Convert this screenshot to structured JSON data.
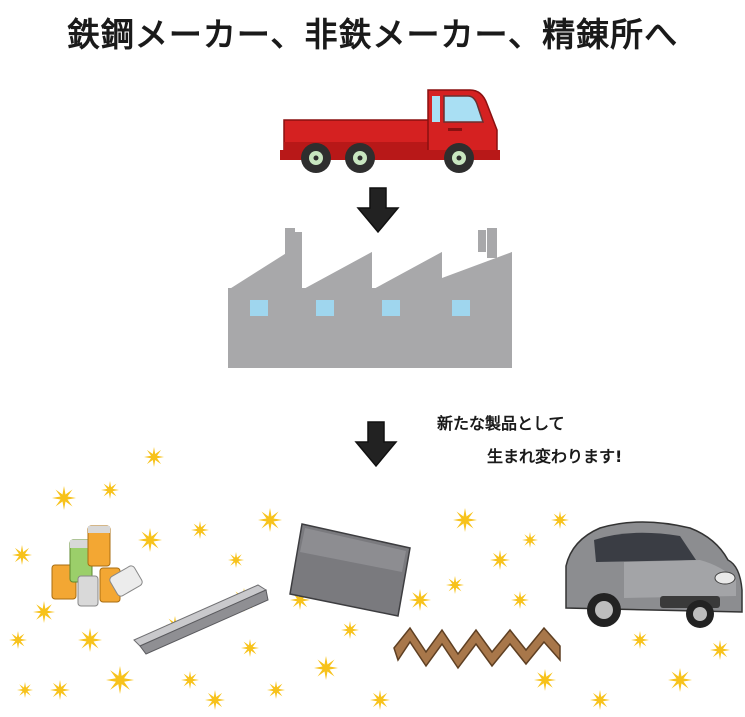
{
  "title": "鉄鋼メーカー、非鉄メーカー、精錬所へ",
  "caption": {
    "line1": "新たな製品として",
    "line2": "生まれ変わります!"
  },
  "colors": {
    "truck_body": "#d52121",
    "factory": "#a8a8aa",
    "window": "#9fd6ee",
    "arrow": "#222222",
    "sparkle": "#f7c21b"
  }
}
